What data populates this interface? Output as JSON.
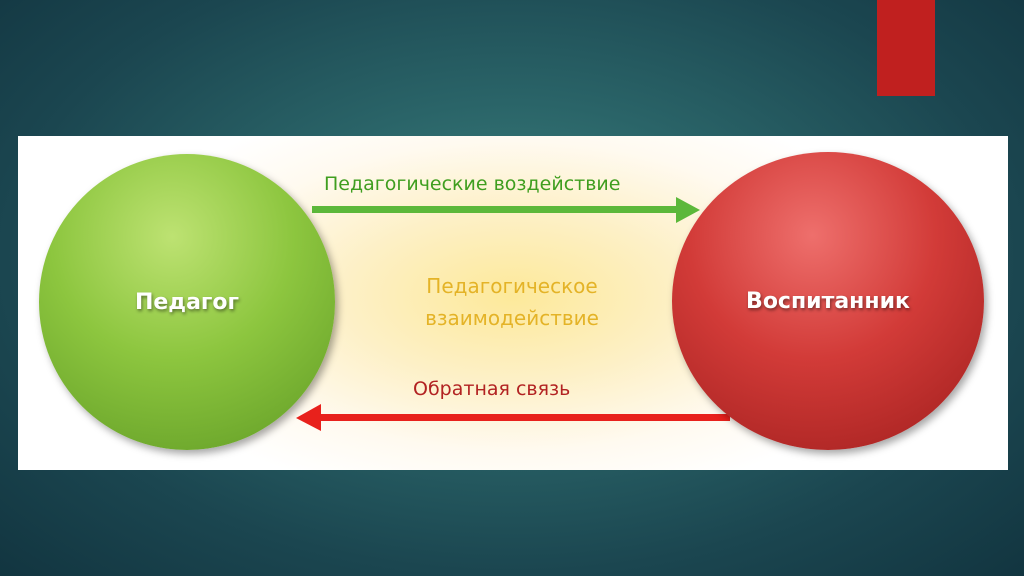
{
  "diagram": {
    "left_node": {
      "label": "Педагог",
      "color": "#8dc63f"
    },
    "right_node": {
      "label": "Воспитанник",
      "color": "#d23b38"
    },
    "top_arrow": {
      "label": "Педагогические воздействие",
      "color": "#5cb83a"
    },
    "bottom_arrow": {
      "label": "Обратная связь",
      "color": "#e8211c"
    },
    "center": {
      "line1": "Педагогическое",
      "line2": "взаимодействие",
      "color": "#e4b327"
    }
  },
  "accent": {
    "red_tab_color": "#c0201f"
  }
}
